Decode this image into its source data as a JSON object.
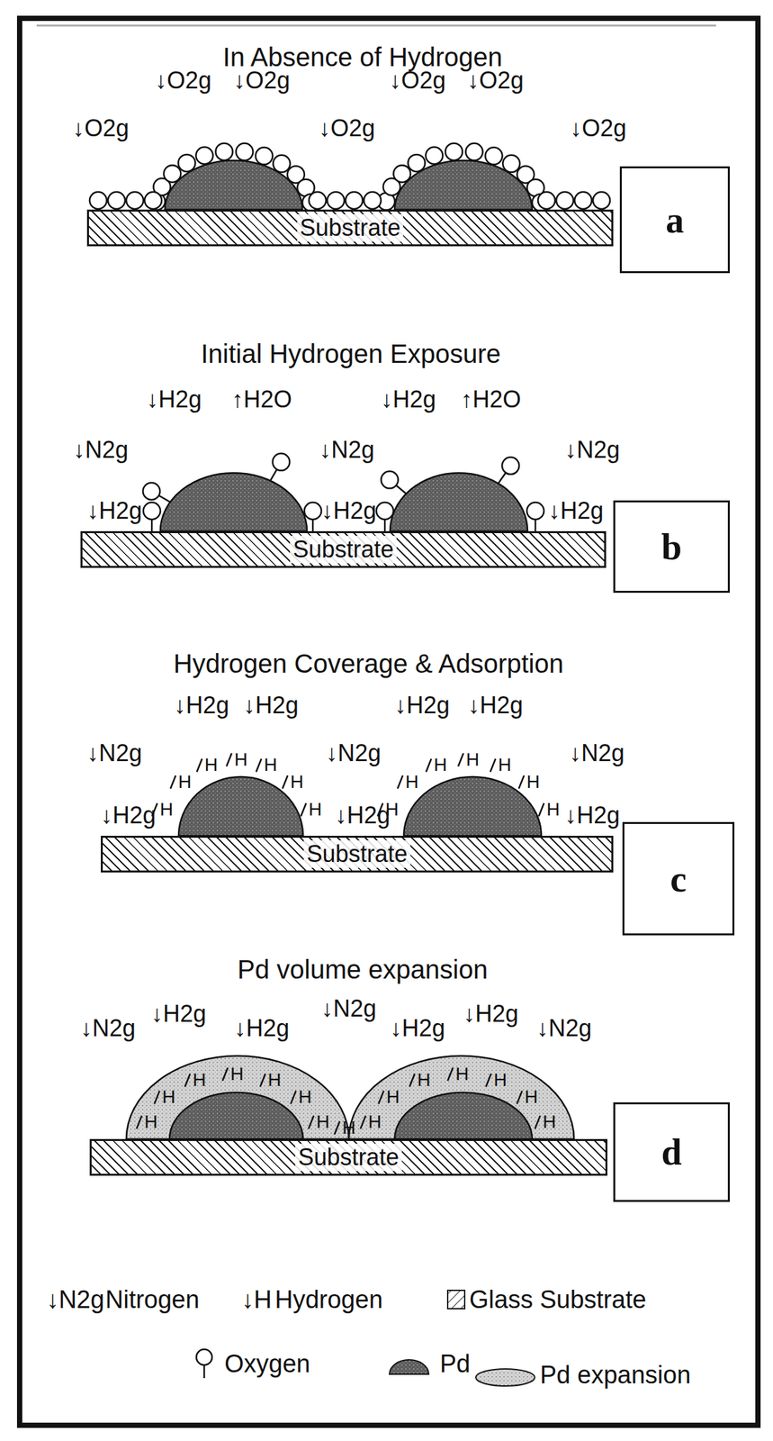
{
  "diagram": {
    "nodes": [
      {
        "text": [
          "Substrate"
        ]
      },
      {
        "text": [
          "a"
        ]
      },
      {
        "text": [
          "Substrate"
        ]
      },
      {
        "text": [
          "b"
        ]
      },
      {
        "text": [
          "Substrate"
        ]
      },
      {
        "text": [
          "c"
        ]
      },
      {
        "text": [
          "Substrate"
        ]
      },
      {
        "text": [
          "d"
        ]
      }
    ],
    "labels": [
      "In Absence of Hydrogen",
      "↓O2g",
      "↓O2g",
      "↓O2g",
      "↓O2g",
      "↓O2g",
      "↓O2g",
      "↓O2g",
      "Initial Hydrogen Exposure",
      "↓H2g",
      "↑H2O",
      "↓H2g",
      "↑H2O",
      "↓N2g",
      "↓N2g",
      "↓N2g",
      "↓H2g",
      "↓H2g",
      "↓H2g",
      "Hydrogen Coverage & Adsorption",
      "↓H2g",
      "↓H2g",
      "↓H2g",
      "↓H2g",
      "↓N2g",
      "↓N2g",
      "↓N2g",
      "↓H2g",
      "↓H2g",
      "↓H2g",
      "H",
      "H",
      "H",
      "H",
      "H",
      "H",
      "H",
      "H",
      "H",
      "H",
      "H",
      "H",
      "H",
      "H",
      "Pd volume expansion",
      "↓N2g",
      "↓H2g",
      "↓H2g",
      "↓N2g",
      "↓H2g",
      "↓H2g",
      "↓N2g",
      "H",
      "H",
      "H",
      "H",
      "H",
      "H",
      "H",
      "H",
      "H",
      "H",
      "H",
      "H",
      "H",
      "H",
      "H",
      "↓N2g",
      "↓H"
    ],
    "legend": [
      {
        "text": "Nitrogen"
      },
      {
        "text": "Hydrogen"
      },
      {
        "text": "Glass Substrate"
      },
      {
        "text": "Oxygen"
      },
      {
        "text": "Pd"
      },
      {
        "text": "Pd expansion"
      }
    ]
  }
}
